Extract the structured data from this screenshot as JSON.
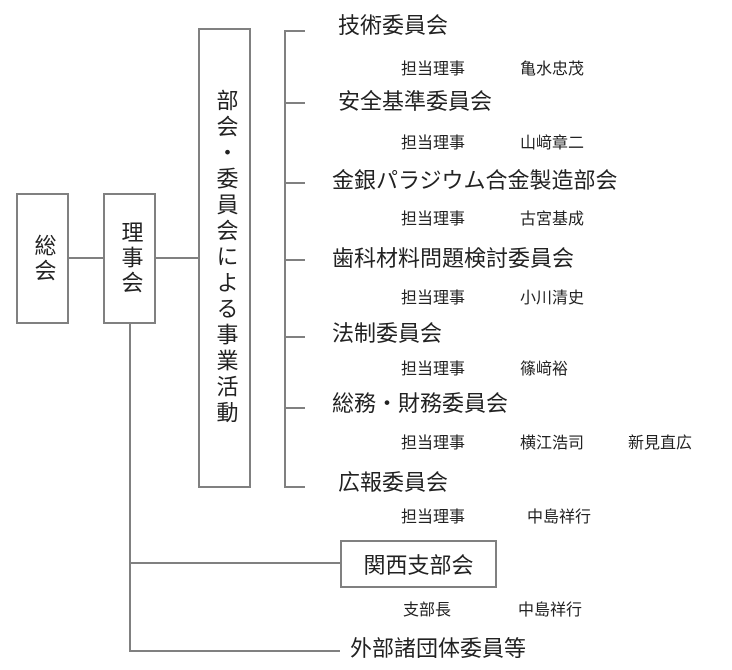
{
  "general_meeting": "総会",
  "board": "理事会",
  "activities": "部会・委員会による事業活動",
  "committees": [
    {
      "name": "技術委員会",
      "role": "担当理事",
      "members": [
        "亀水忠茂"
      ]
    },
    {
      "name": "安全基準委員会",
      "role": "担当理事",
      "members": [
        "山﨑章二"
      ]
    },
    {
      "name": "金銀パラジウム合金製造部会",
      "role": "担当理事",
      "members": [
        "古宮基成"
      ]
    },
    {
      "name": "歯科材料問題検討委員会",
      "role": "担当理事",
      "members": [
        "小川清史"
      ]
    },
    {
      "name": "法制委員会",
      "role": "担当理事",
      "members": [
        "篠﨑裕"
      ]
    },
    {
      "name": "総務・財務委員会",
      "role": "担当理事",
      "members": [
        "横江浩司",
        "新見直広"
      ]
    },
    {
      "name": "広報委員会",
      "role": "担当理事",
      "members": [
        "中島祥行"
      ]
    }
  ],
  "branch": {
    "name": "関西支部会",
    "role": "支部長",
    "member": "中島祥行"
  },
  "external": "外部諸団体委員等"
}
